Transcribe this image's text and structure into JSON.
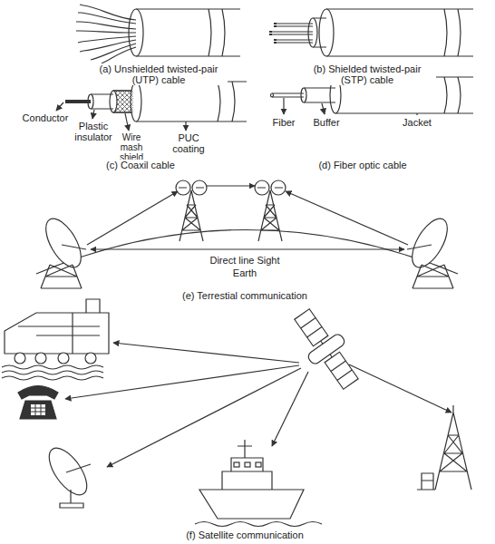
{
  "diagram": {
    "labels": [
      "(a) Unshielded twisted-pair (UTP) cable",
      "(b) Shielded twisted-pair (STP) cable",
      "Conductor",
      "Plastic insulator",
      "Wire mash shield",
      "PUC coating",
      "(c) Coaxil cable",
      "Fiber",
      "Buffer",
      "Jacket",
      "(d) Fiber optic cable",
      "Direct line Sight",
      "Earth",
      "(e) Terrestial communication",
      "(f) Satellite communication"
    ]
  }
}
